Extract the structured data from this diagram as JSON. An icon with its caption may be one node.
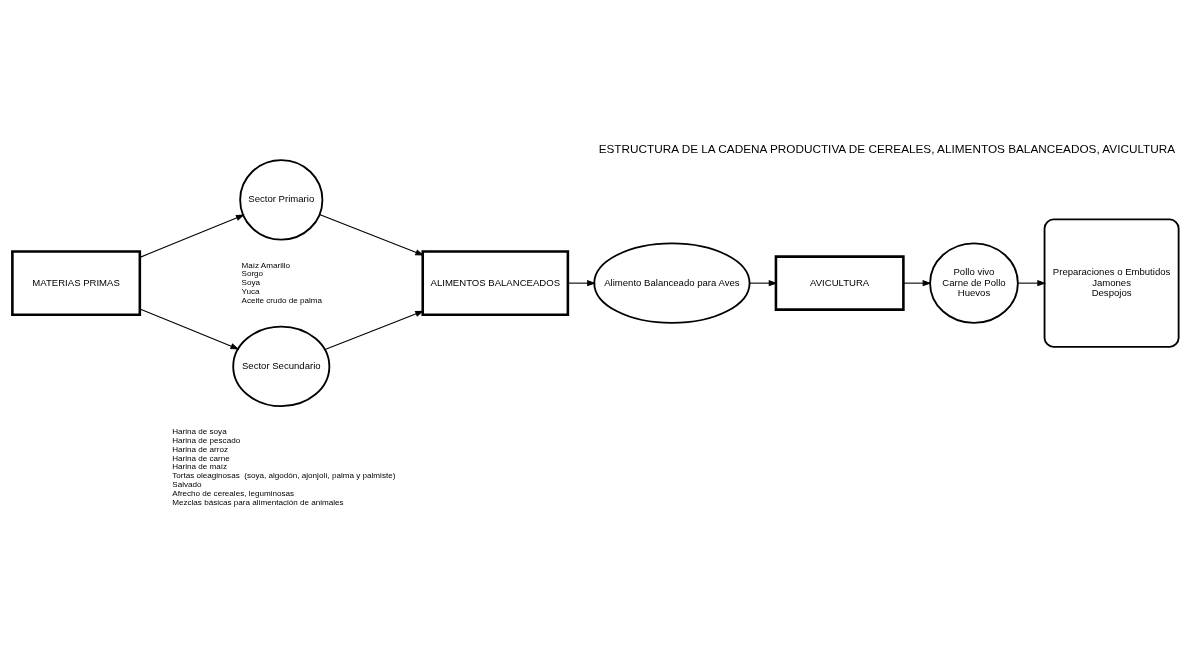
{
  "diagram": {
    "title": "ESTRUCTURA DE LA CADENA PRODUCTIVA DE CEREALES, ALIMENTOS BALANCEADOS, AVICULTURA",
    "nodes": [
      {
        "text": [
          "Sector Primario"
        ],
        "beside": [
          "Maíz Amarillo",
          "Sorgo",
          "Soya",
          "Yuca",
          "Aceite crudo de palma"
        ]
      },
      {
        "text": [
          "MATERIAS PRIMAS"
        ]
      },
      {
        "text": [
          "Sector Secundario"
        ],
        "beside": [
          "Harina de soya",
          "Harina de pescado",
          "Harina de arroz",
          "Harina de carne",
          "Harina de maíz",
          "Tortas oleaginosas  (soya, algodón, ajonjolí, palma y palmiste)",
          "Salvado",
          "Afrecho de cereales, leguminosas",
          "Mezclas básicas para alimentación de animales"
        ]
      },
      {
        "text": [
          "ALIMENTOS BALANCEADOS"
        ]
      },
      {
        "text": [
          "Alimento Balanceado para Aves"
        ]
      },
      {
        "text": [
          "AVICULTURA"
        ]
      },
      {
        "text": [
          "Pollo vivo",
          "Carne de Pollo",
          "Huevos"
        ]
      },
      {
        "text": [
          "Preparaciones o Embutidos",
          "Jamones",
          "Despojos"
        ]
      }
    ],
    "edges": [
      {
        "from": 1,
        "to": 0,
        "arrow": "to"
      },
      {
        "from": 1,
        "to": 2,
        "arrow": "to"
      },
      {
        "from": 0,
        "to": 3,
        "arrow": "to"
      },
      {
        "from": 2,
        "to": 3,
        "arrow": "to"
      },
      {
        "from": 3,
        "to": 4,
        "arrow": "to"
      },
      {
        "from": 4,
        "to": 5,
        "arrow": "to"
      },
      {
        "from": 5,
        "to": 6,
        "arrow": "to"
      },
      {
        "from": 6,
        "to": 7,
        "arrow": "to"
      }
    ]
  }
}
